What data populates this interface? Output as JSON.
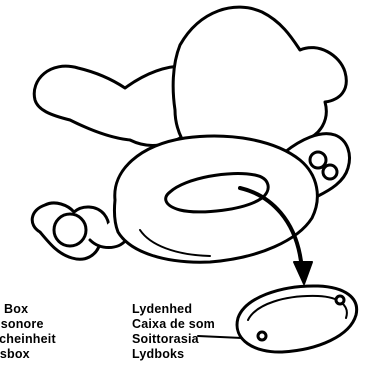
{
  "colors": {
    "ink": "#000000",
    "paper": "#ffffff"
  },
  "labels_left": [
    "Box",
    "r sonore",
    "scheinheit",
    "dsbox"
  ],
  "labels_right": [
    "Lydenhed",
    "Caixa de som",
    "Soittorasia",
    "Lydboks"
  ]
}
